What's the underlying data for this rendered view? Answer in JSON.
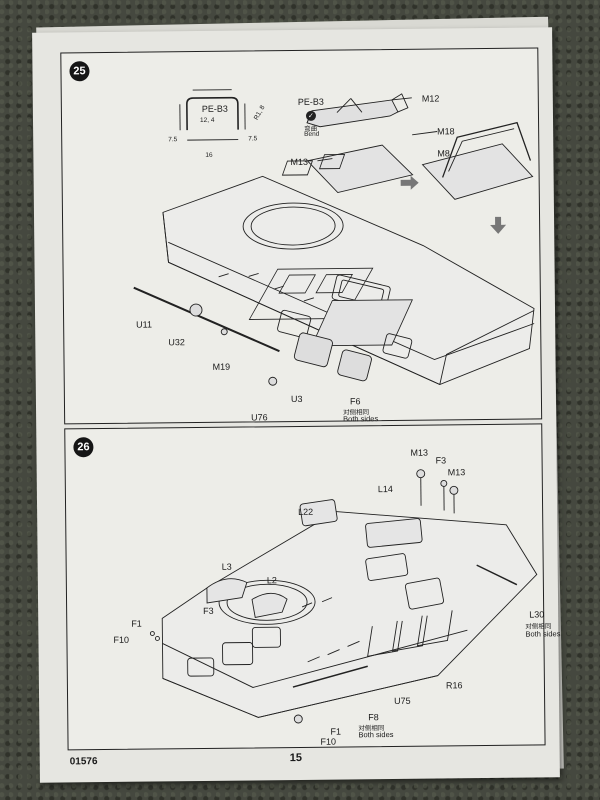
{
  "document": {
    "catalog_number": "01576",
    "page_number": "15"
  },
  "step25": {
    "number": "25",
    "pe_part": "PE-B3",
    "dimensions": {
      "top_width": "12, 4",
      "bottom_width": "16",
      "left_height": "7.5",
      "right_height": "7.5",
      "radius": "R1, 8"
    },
    "pe_label": "PE-B3",
    "bend_cn": "弯曲",
    "bend_en": "Bend",
    "parts": [
      "M12",
      "M18",
      "M13",
      "M8",
      "U11",
      "U32",
      "M19",
      "U76",
      "U3",
      "F6"
    ],
    "both_sides_cn": "对侧相同",
    "both_sides_en": "Both sides"
  },
  "step26": {
    "number": "26",
    "parts": [
      "M13",
      "F3",
      "M13",
      "L14",
      "L22",
      "L3",
      "L2",
      "F3",
      "F1",
      "F10",
      "L30",
      "R16",
      "U75",
      "F8",
      "F1",
      "F10"
    ],
    "l30_note_cn": "对侧相同",
    "l30_note_en": "Both sides",
    "f8_note_cn": "对侧相同",
    "f8_note_en": "Both sides"
  },
  "colors": {
    "paper": "#e6e6e1",
    "ink": "#1a1a1a",
    "background": "#45483f"
  }
}
